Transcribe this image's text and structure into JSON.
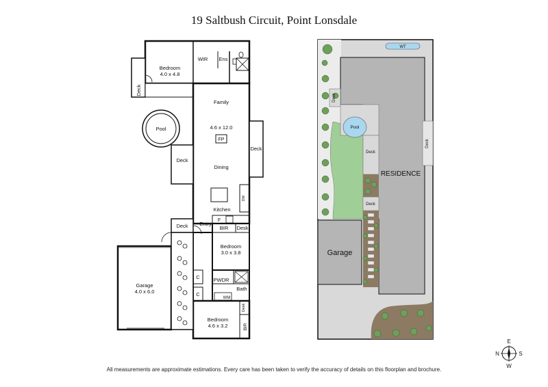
{
  "title": "19 Saltbush Circuit, Point Lonsdale",
  "footer": "All measurements are approximate estimations. Every care has been taken to verify the accuracy of details on this floorplan and brochure.",
  "floorplan": {
    "rooms": {
      "bedroom1": {
        "name": "Bedroom",
        "size": "4.0 x 4.8"
      },
      "wir": "WIR",
      "ens": "Ens",
      "deck_left_top": "Deck",
      "pool": "Pool",
      "family": "Family",
      "family_size": "4.6 x 12.0",
      "fp": "FP",
      "deck_right": "Deck",
      "deck_left_mid": "Deck",
      "dining": "Dining",
      "dw": "DW",
      "kitchen": "Kitchen",
      "f": "F",
      "deck_entry": "Deck",
      "entry": "Entry",
      "bir1": "BIR",
      "desk1": "Desk",
      "bedroom2": {
        "name": "Bedroom",
        "size": "3.0 x 3.8"
      },
      "garage": {
        "name": "Garage",
        "size": "4.0 x 6.0"
      },
      "c1": "C",
      "c2": "C",
      "pwdr": "PWDR",
      "bath": "Bath",
      "wm": "WM",
      "desk2": "Desk",
      "bedroom3": {
        "name": "Bedroom",
        "size": "4.6 x 3.2"
      },
      "bir2": "BIR"
    }
  },
  "siteplan": {
    "wt": "WT",
    "deck_top": "Deck",
    "pool": "Pool",
    "deck_mid": "Deck",
    "deck_right": "Deck",
    "residence": "RESIDENCE",
    "deck_low": "Deck",
    "garage": "Garage"
  },
  "compass": {
    "n": "N",
    "e": "E",
    "s": "S",
    "w": "W"
  },
  "colors": {
    "wall": "#111111",
    "site_grey": "#b5b5b5",
    "site_light": "#d9d9d9",
    "lawn": "#9fce96",
    "pool": "#a9d7ef",
    "tree": "#6f9f5c"
  }
}
